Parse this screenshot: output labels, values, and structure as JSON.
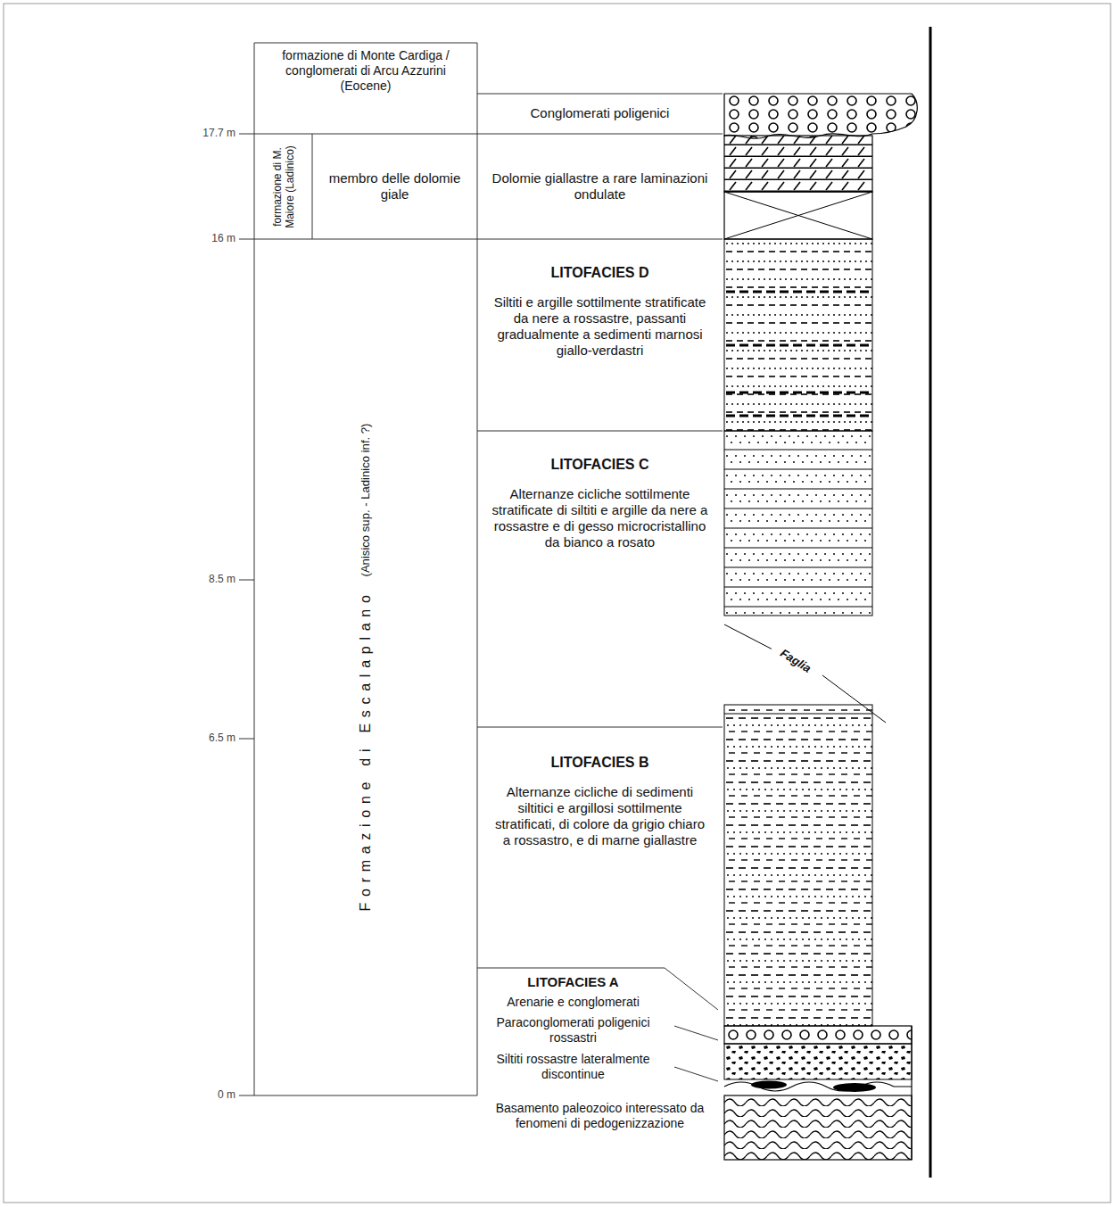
{
  "diagram": {
    "nodes": [
      {
        "text": [
          "formazione di Monte Cardiga / conglomerati di Arcu Azzurini (Eocene)"
        ]
      },
      {
        "text": [
          "formazione di M. Maiore (Ladinico)"
        ]
      },
      {
        "text": [
          "membro delle dolomie giale"
        ]
      },
      {
        "text": [
          "Formazione di Escalaplano",
          "(Anisico sup. - Ladinico inf. ?)"
        ]
      },
      {
        "text": [
          "Conglomerati poligenici"
        ]
      },
      {
        "text": [
          "Dolomie giallastre a rare laminazioni ondulate"
        ]
      },
      {
        "text": [
          "LITOFACIES D",
          "Siltiti e argille sottilmente stratificate da nere a rossastre, passanti gradualmente a sedimenti marnosi giallo-verdastri"
        ]
      },
      {
        "text": [
          "LITOFACIES C",
          "Alternanze cicliche sottilmente stratificate di siltiti e argille da nere a rossastre e di gesso microcristallino da bianco a rosato"
        ]
      },
      {
        "text": [
          "LITOFACIES B",
          "Alternanze cicliche di sedimenti siltitici e argillosi sottilmente stratificati, di colore da grigio chiaro a rossastro, e di marne giallastre"
        ]
      },
      {
        "text": [
          "LITOFACIES A",
          "Arenarie e conglomerati",
          "Paraconglomerati poligenici rossastri",
          "Siltiti rossastre lateralmente discontinue"
        ]
      }
    ],
    "labels": [
      "17.7 m",
      "16 m",
      "8.5 m",
      "6.5 m",
      "0 m",
      "Faglia",
      "Basamento paleozoico interessato da fenomeni di pedogenizzazione"
    ]
  }
}
